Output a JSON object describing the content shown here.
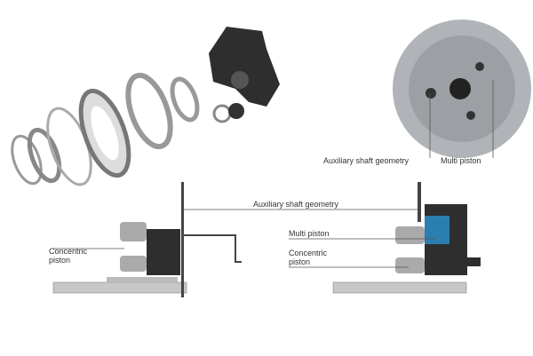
{
  "labels": {
    "top_aux": "Auxiliary shaft geometry",
    "top_multi": "Multi piston",
    "mid_aux": "Auxiliary shaft geometry",
    "right_multi": "Multi piston",
    "right_concentric_1": "Concentric",
    "right_concentric_2": "piston",
    "left_concentric_1": "Concentric",
    "left_concentric_2": "piston"
  },
  "colors": {
    "accent": "#2a7fb0",
    "dark_part": "#2e2e2e",
    "metal": "#b8b8b8"
  }
}
